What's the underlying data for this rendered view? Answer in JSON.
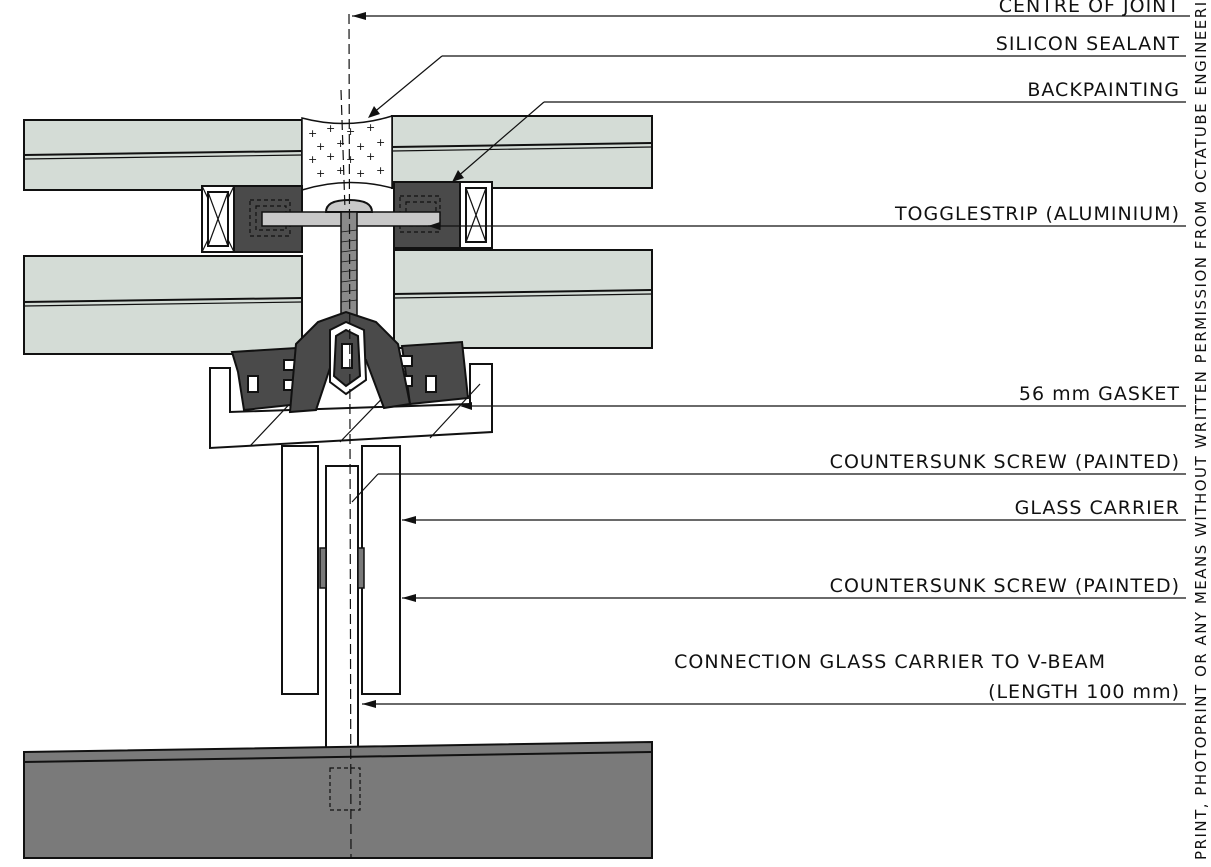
{
  "labels": {
    "centre_of_joint": "CENTRE OF JOINT",
    "silicon_sealant": "SILICON SEALANT",
    "backpainting": "BACKPAINTING",
    "togglestrip": "TOGGLESTRIP (ALUMINIUM)",
    "gasket": "56 mm GASKET",
    "countersunk_screw_1": "COUNTERSUNK SCREW (PAINTED)",
    "glass_carrier": "GLASS CARRIER",
    "countersunk_screw_2": "COUNTERSUNK SCREW (PAINTED)",
    "connection_line1": "CONNECTION GLASS CARRIER TO V-BEAM",
    "connection_line2": "(LENGTH 100 mm)"
  },
  "copyright_notice": "PRINT, PHOTOPRINT OR ANY MEANS WITHOUT WRITTEN PERMISSION FROM OCTATUBE ENGINEERING B.V.",
  "colors": {
    "glass": "#d4dcd6",
    "beam": "#7a7a7a",
    "gasket": "#4a4a4a",
    "line": "#111111"
  }
}
